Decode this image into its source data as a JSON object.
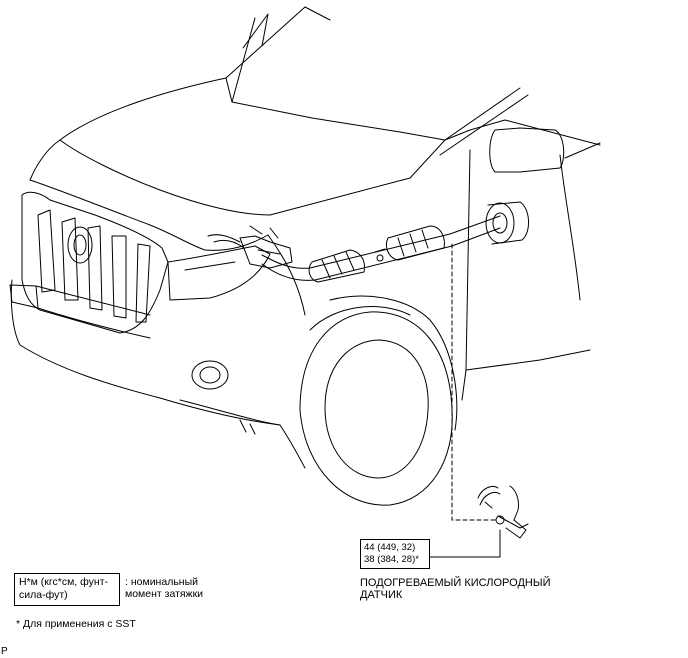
{
  "torque": {
    "line1": "44 (449, 32)",
    "line2": "38 (384, 28)*"
  },
  "part_label": {
    "line1": "ПОДОГРЕВАЕМЫЙ КИСЛОРОДНЫЙ",
    "line2": "ДАТЧИК"
  },
  "legend": {
    "unit_line1": "Н*м (кгс*см, фунт-",
    "unit_line2": "сила-фут)",
    "desc_line1": ": номинальный",
    "desc_line2": "момент затяжки"
  },
  "footnote": "* Для применения с SST",
  "figure_code": "P"
}
